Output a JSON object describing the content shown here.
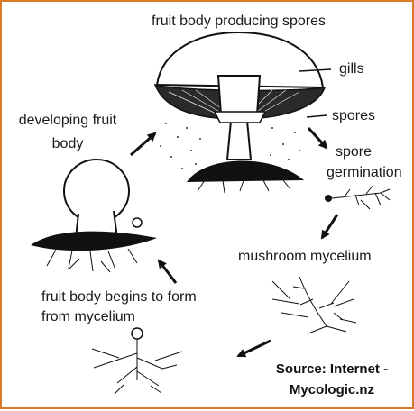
{
  "diagram": {
    "colors": {
      "border": "#d9792b",
      "ink": "#1a1a1a",
      "soil": "#111111"
    },
    "labels": {
      "fruit_body": "fruit body producing spores",
      "gills": "gills",
      "spores": "spores",
      "spore_germ_1": "spore",
      "spore_germ_2": "germination",
      "developing_1": "developing fruit",
      "developing_2": "body",
      "mycelium": "mushroom mycelium",
      "begins_1": "fruit body begins to form",
      "begins_2": "from mycelium"
    },
    "source": {
      "line1": "Source: Internet -",
      "line2": "Mycologic.nz"
    }
  }
}
